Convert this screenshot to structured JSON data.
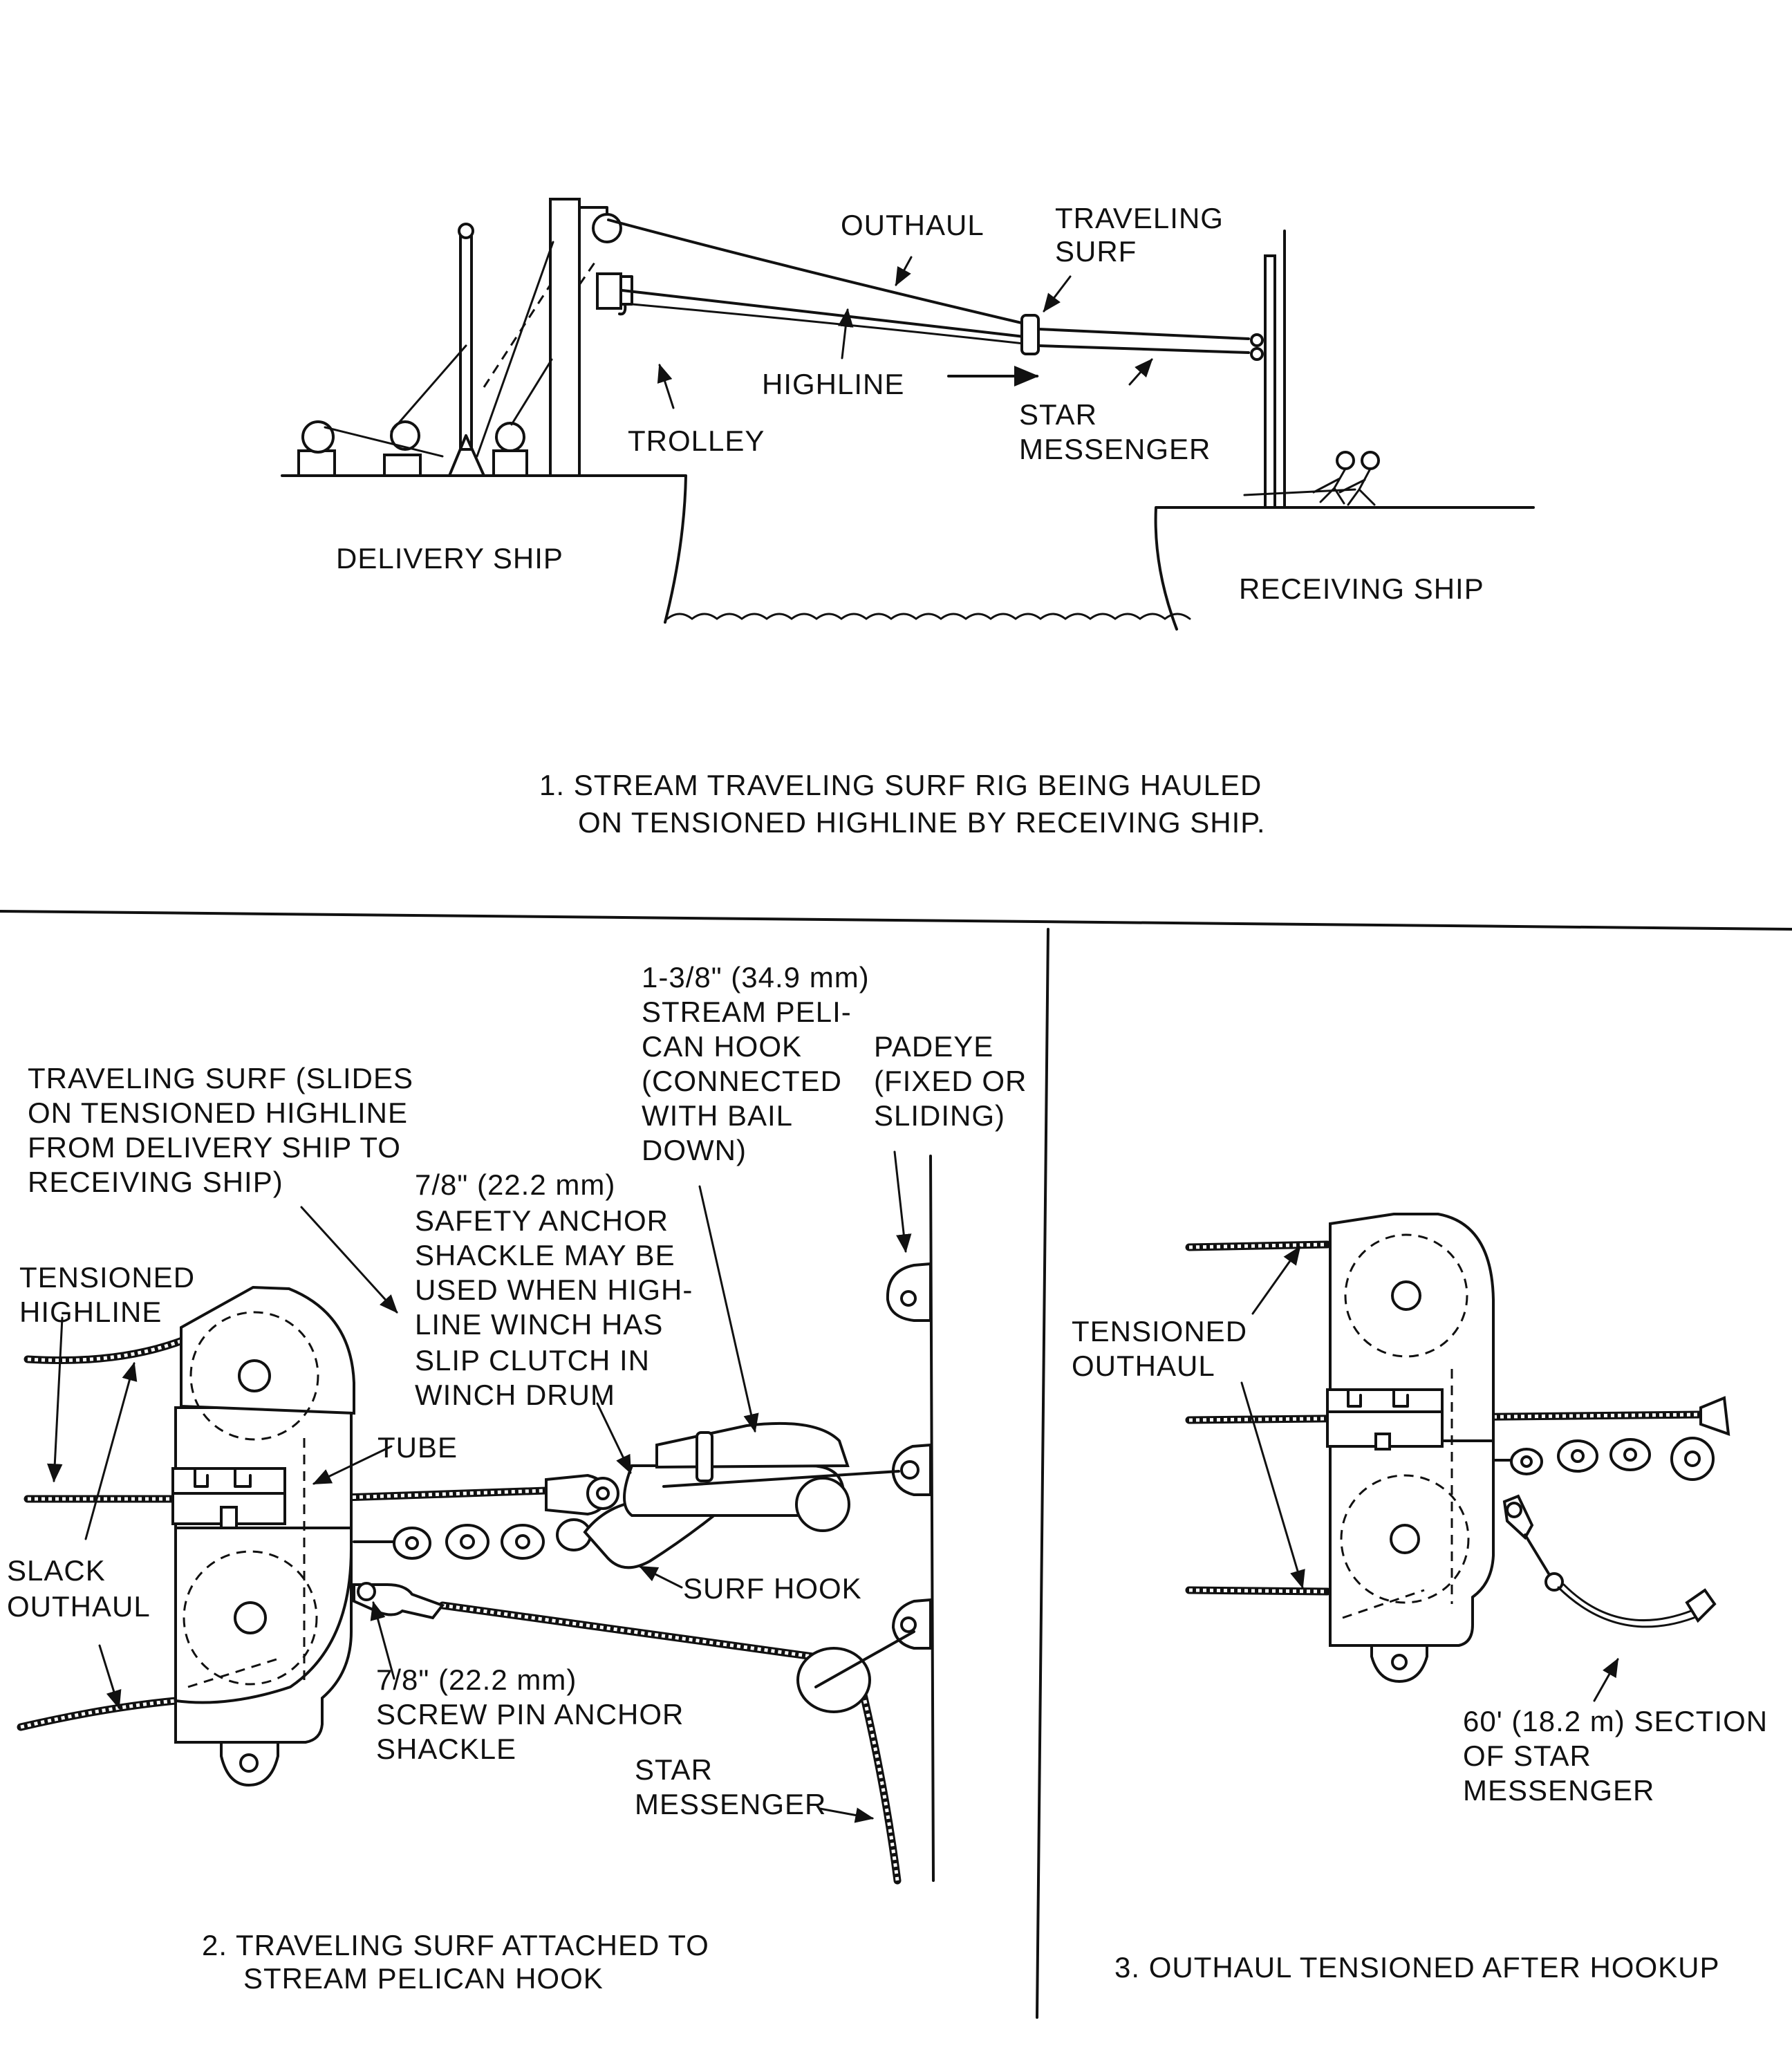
{
  "panel1": {
    "labels": {
      "outhaul": "OUTHAUL",
      "traveling_surf_1": "TRAVELING",
      "traveling_surf_2": "SURF",
      "highline": "HIGHLINE",
      "trolley": "TROLLEY",
      "star_messenger_1": "STAR",
      "star_messenger_2": "MESSENGER",
      "delivery_ship": "DELIVERY SHIP",
      "receiving_ship": "RECEIVING SHIP"
    },
    "caption_1": "1.  STREAM TRAVELING SURF RIG BEING HAULED",
    "caption_2": "ON TENSIONED HIGHLINE BY RECEIVING SHIP."
  },
  "panel2": {
    "traveling_surf": [
      "TRAVELING SURF (SLIDES",
      "ON TENSIONED HIGHLINE",
      "FROM DELIVERY SHIP TO",
      "RECEIVING SHIP)"
    ],
    "pelican_hook": [
      "1-3/8\" (34.9 mm)",
      "STREAM PELI-",
      "CAN HOOK",
      "(CONNECTED",
      "WITH BAIL",
      "DOWN)"
    ],
    "padeye": [
      "PADEYE",
      "(FIXED OR",
      "SLIDING)"
    ],
    "safety_shackle": [
      "7/8\" (22.2 mm)",
      "SAFETY ANCHOR",
      "SHACKLE MAY BE",
      "USED WHEN HIGH-",
      "LINE WINCH HAS",
      "SLIP CLUTCH IN",
      "WINCH DRUM"
    ],
    "tensioned_highline": [
      "TENSIONED",
      "HIGHLINE"
    ],
    "tube": "TUBE",
    "slack_outhaul": [
      "SLACK",
      "OUTHAUL"
    ],
    "surf_hook": "SURF HOOK",
    "screw_pin": [
      "7/8\" (22.2 mm)",
      "SCREW PIN ANCHOR",
      "SHACKLE"
    ],
    "star_messenger": [
      "STAR",
      "MESSENGER"
    ],
    "caption_1": "2.  TRAVELING SURF ATTACHED TO",
    "caption_2": "STREAM PELICAN HOOK"
  },
  "panel3": {
    "tensioned_outhaul": [
      "TENSIONED",
      "OUTHAUL"
    ],
    "star_section": [
      "60' (18.2 m) SECTION",
      "OF STAR",
      "MESSENGER"
    ],
    "caption": "3.  OUTHAUL TENSIONED AFTER HOOKUP"
  }
}
